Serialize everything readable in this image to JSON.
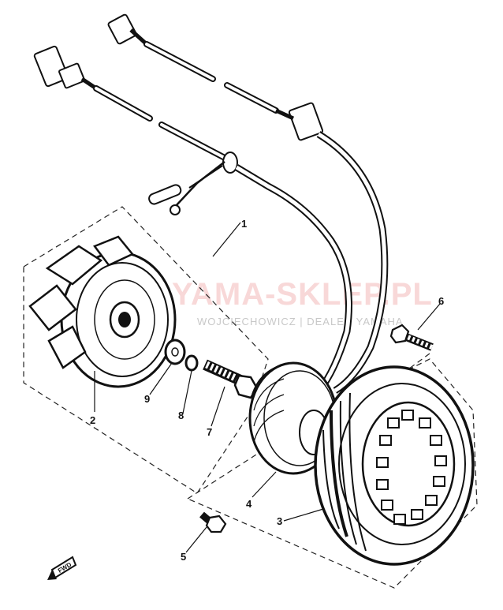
{
  "diagram": {
    "callouts": [
      {
        "id": "1",
        "part": "wire-harness"
      },
      {
        "id": "2",
        "part": "rotor-flywheel"
      },
      {
        "id": "3",
        "part": "stator-coil"
      },
      {
        "id": "4",
        "part": "pickup-coil"
      },
      {
        "id": "5",
        "part": "screw"
      },
      {
        "id": "6",
        "part": "bolt"
      },
      {
        "id": "7",
        "part": "bolt"
      },
      {
        "id": "8",
        "part": "lock-washer"
      },
      {
        "id": "9",
        "part": "plain-washer"
      }
    ],
    "direction_marker": "FWD"
  },
  "watermark": {
    "brand": "YAMA-SKLEP.PL",
    "subline": "WOJCIECHOWICZ | DEALER YAMAHA"
  }
}
